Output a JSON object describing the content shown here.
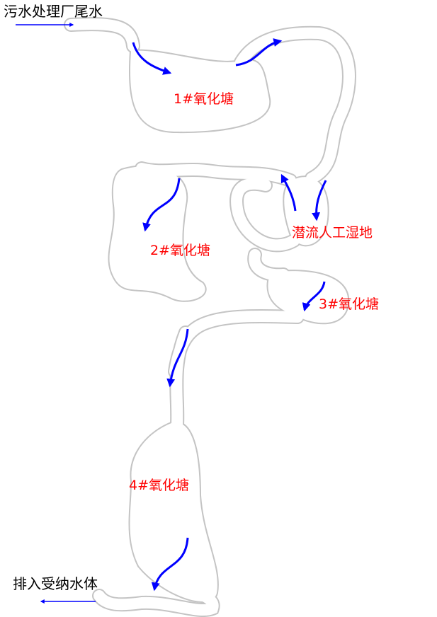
{
  "inflow_label": "污水处理厂尾水",
  "outflow_label": "排入受纳水体",
  "units": [
    {
      "id": "pond1",
      "label": "1#氧化塘"
    },
    {
      "id": "wetland",
      "label": "潜流人工湿地"
    },
    {
      "id": "pond2",
      "label": "2#氧化塘"
    },
    {
      "id": "pond3",
      "label": "3#氧化塘"
    },
    {
      "id": "pond4",
      "label": "4#氧化塘"
    }
  ],
  "colors": {
    "arrow": "#0000ff",
    "label": "#ff0000",
    "outline": "#c4c4c4"
  },
  "icons": {
    "flow": "flow-arrow-icon"
  }
}
